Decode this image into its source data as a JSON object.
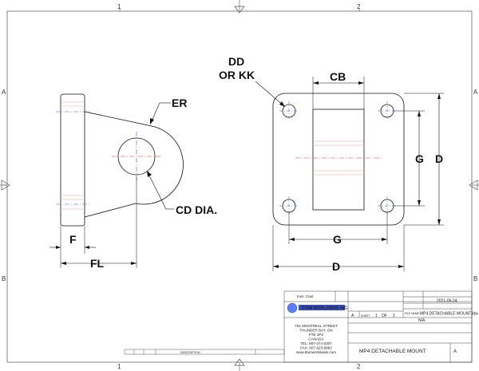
{
  "zones": {
    "col1": "1",
    "col2": "2",
    "rowA": "A",
    "rowB": "B"
  },
  "dimensions": {
    "er": "ER",
    "cd_dia": "CD DIA.",
    "f": "F",
    "fl": "FL",
    "dd": "DD",
    "or_kk": "OR KK",
    "cb": "CB",
    "g": "G",
    "d": "D"
  },
  "title_block": {
    "company_name": "TITAN WORLDWIDE INC.",
    "prepared_label": "Inos. Cast",
    "address": [
      "701 MONTREAL STREET",
      "THUNDER BAY, ON",
      "P7E 3P2",
      "CANADA",
      "TEL: 807-474-0307",
      "FAX: 807-623-9882",
      "www.titanworldwide.com"
    ],
    "date": "2021-06-24",
    "file_name_label": "FILE NAME:",
    "file_name": "MP4 DETACHABLE MOUNT.idw",
    "size": "A",
    "sheet_label": "SHEET",
    "sheet_value": "1",
    "of_label": "OF",
    "of_value": "1",
    "material_value": "N/A",
    "title": "MP4 DETACHABLE MOUNT",
    "revision": "A",
    "description_label": "DESCRIPTION"
  },
  "colors": {
    "line": "#111111",
    "border": "#444444",
    "center_blue": "#3b5bdb",
    "center_red": "#e03131",
    "center_red_light": "#f59f9f"
  }
}
